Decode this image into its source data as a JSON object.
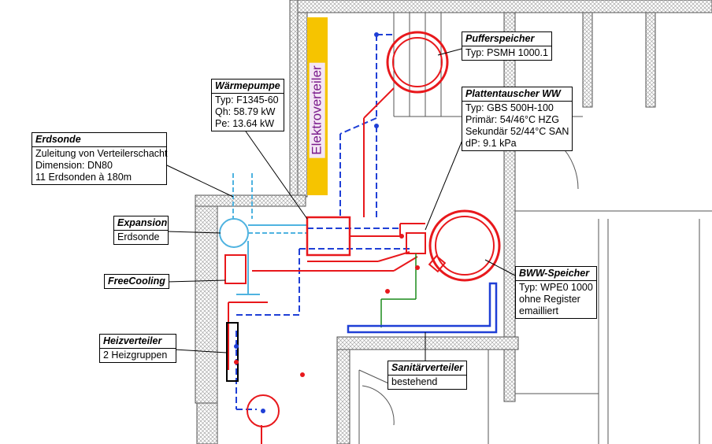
{
  "labels": {
    "pufferspeicher": {
      "title": "Pufferspeicher",
      "lines": [
        "Typ: PSMH 1000.1"
      ]
    },
    "waermepumpe": {
      "title": "Wärmepumpe",
      "lines": [
        "Typ: F1345-60",
        "Qh: 58.79 kW",
        "Pe: 13.64 kW"
      ]
    },
    "plattentauscher": {
      "title": "Plattentauscher WW",
      "lines": [
        "Typ: GBS 500H-100",
        "Primär: 54/46°C HZG",
        "Sekundär 52/44°C SAN",
        "dP: 9.1 kPa"
      ]
    },
    "erdsonde": {
      "title": "Erdsonde",
      "lines": [
        "Zuleitung von Verteilerschacht",
        "Dimension: DN80",
        "11 Erdsonden à 180m"
      ]
    },
    "expansion": {
      "title": "Expansion",
      "lines": [
        "Erdsonde"
      ]
    },
    "freecooling": {
      "title": "FreeCooling"
    },
    "heizverteiler": {
      "title": "Heizverteiler",
      "lines": [
        "2 Heizgruppen"
      ]
    },
    "bww": {
      "title": "BWW-Speicher",
      "lines": [
        "Typ: WPE0 1000",
        "ohne Register",
        "emailliert"
      ]
    },
    "sanitaer": {
      "title": "Sanitärverteiler",
      "lines": [
        "bestehend"
      ]
    }
  },
  "elektroverteiler": "Elektroverteiler",
  "colors": {
    "heating_red": "#e8181c",
    "return_blue": "#1f3fd6",
    "geo_cyan": "#4fb3e0",
    "water_green": "#1a8a1a",
    "wall_gray": "#6a6a6a",
    "elektro_yellow": "#f6c400"
  }
}
